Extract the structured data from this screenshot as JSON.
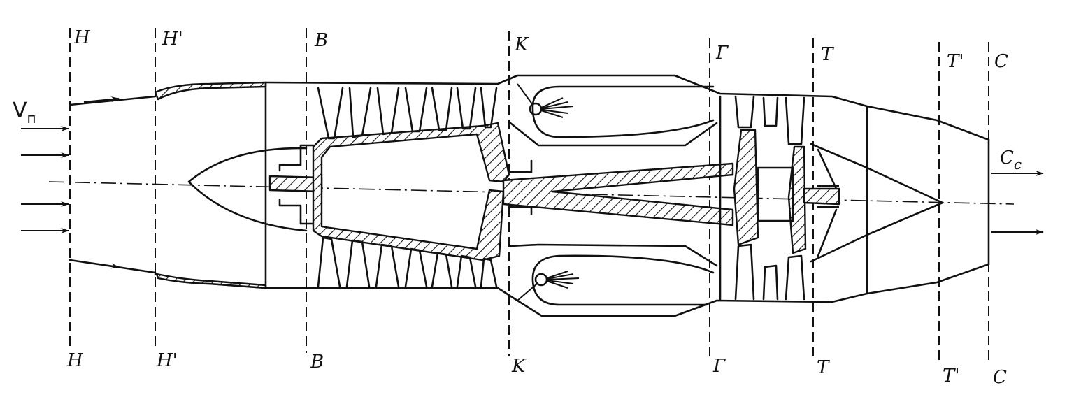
{
  "sections": [
    {
      "id": "H",
      "label": "H"
    },
    {
      "id": "H1",
      "label": "H'"
    },
    {
      "id": "B",
      "label": "B"
    },
    {
      "id": "K",
      "label": "K"
    },
    {
      "id": "G",
      "label": "Г"
    },
    {
      "id": "T",
      "label": "T"
    },
    {
      "id": "T1",
      "label": "T'"
    },
    {
      "id": "C",
      "label": "C"
    }
  ],
  "flow": {
    "inlet_velocity": "V",
    "inlet_velocity_sub": "п",
    "exit_velocity": "C",
    "exit_velocity_sub": "c"
  }
}
